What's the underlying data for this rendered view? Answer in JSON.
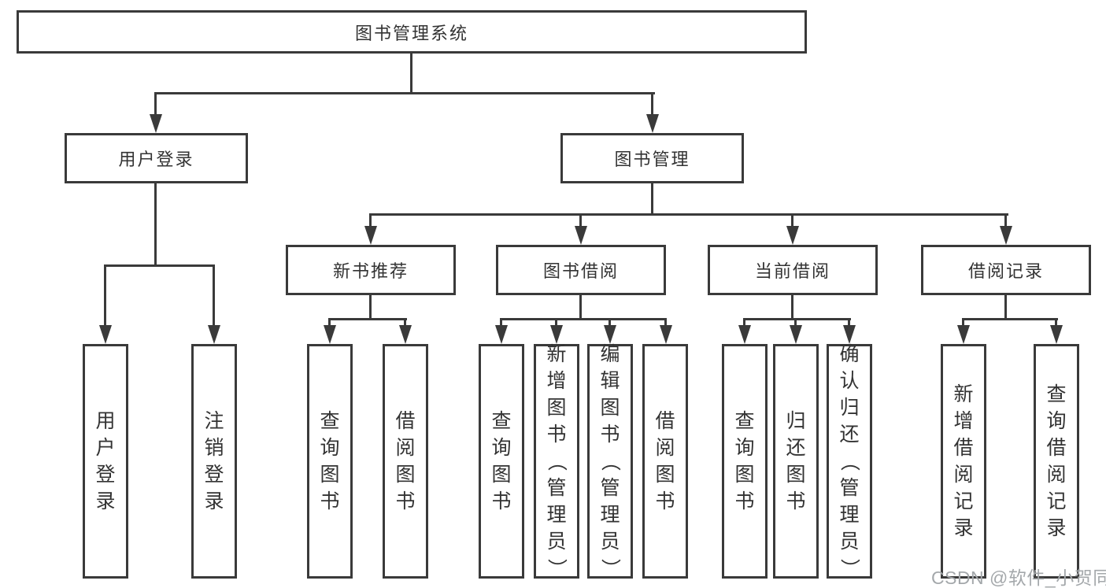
{
  "tree": {
    "root": "图书管理系统",
    "branches": [
      {
        "label": "用户登录",
        "children": [
          "用户登录",
          "注销登录"
        ]
      },
      {
        "label": "图书管理",
        "children": [
          {
            "label": "新书推荐",
            "children": [
              "查询图书",
              "借阅图书"
            ]
          },
          {
            "label": "图书借阅",
            "children": [
              "查询图书",
              "新增图书（管理员）",
              "编辑图书（管理员）",
              "借阅图书"
            ]
          },
          {
            "label": "当前借阅",
            "children": [
              "查询图书",
              "归还图书",
              "确认归还（管理员）"
            ]
          },
          {
            "label": "借阅记录",
            "children": [
              "新增借阅记录",
              "查询借阅记录"
            ]
          }
        ]
      }
    ]
  },
  "watermark": {
    "text": "CSDN @软件_小贺同学"
  },
  "colors": {
    "line": "#3a3a3a",
    "text": "#333333",
    "watermark": "#a4a8ab",
    "background": "#ffffff"
  }
}
